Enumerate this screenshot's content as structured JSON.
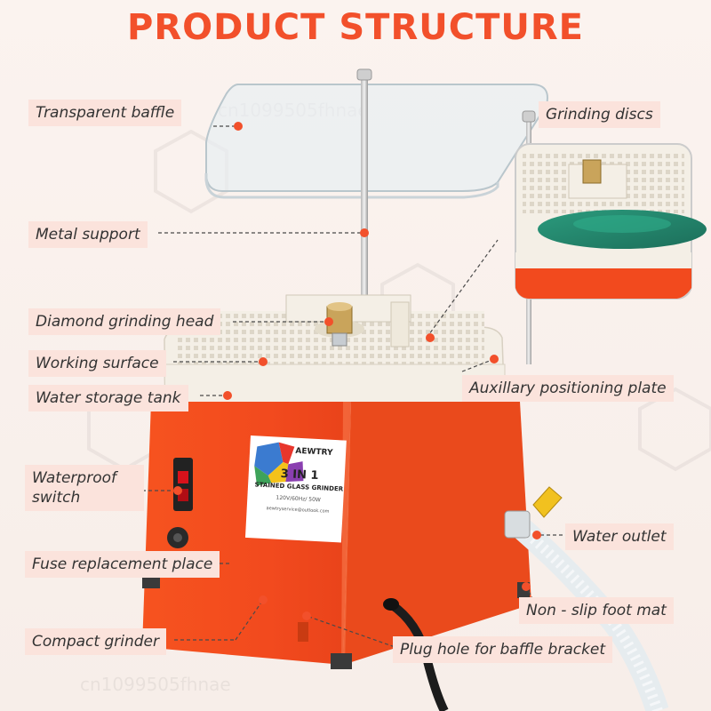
{
  "title": "PRODUCT STRUCTURE",
  "labels": {
    "transparent_baffle": "Transparent baffle",
    "grinding_discs": "Grinding discs",
    "metal_support": "Metal support",
    "diamond_grinding_head": "Diamond grinding head",
    "working_surface": "Working surface",
    "water_storage_tank": "Water storage tank",
    "auxiliary_positioning_plate": "Auxillary positioning plate",
    "waterproof_switch": "Waterproof switch",
    "water_outlet": "Water outlet",
    "fuse_replacement_place": "Fuse replacement place",
    "non_slip_foot_mat": "Non - slip foot mat",
    "compact_grinder": "Compact grinder",
    "plug_hole": "Plug hole for baffle bracket"
  },
  "product_label": {
    "brand": "AEWTRY",
    "model": "3 IN 1",
    "name": "STAINED GLASS GRINDER",
    "spec": "120V/60Hz/ 50W",
    "email": "aewtryservice@outlook.com"
  },
  "watermark": "cn1099505fhnae",
  "colors": {
    "title": "#f2502b",
    "body": "#f24a1e",
    "label_bg": "#fbe3dc",
    "top": "#f4efe6"
  }
}
